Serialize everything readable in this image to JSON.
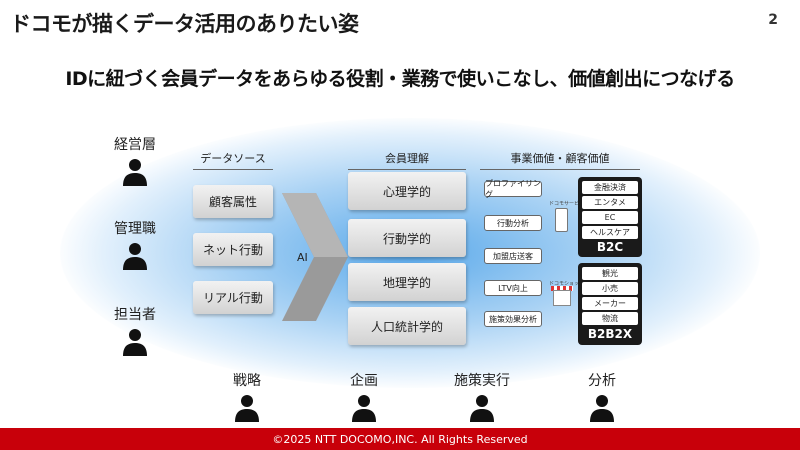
{
  "header": {
    "title": "ドコモが描くデータ活用のありたい姿",
    "page_number": "2"
  },
  "headline": "IDに紐づく会員データをあらゆる役割・業務で使いこなし、価値創出につなげる",
  "left_roles": [
    {
      "label": "経営層"
    },
    {
      "label": "管理職"
    },
    {
      "label": "担当者"
    }
  ],
  "bottom_roles": [
    {
      "label": "戦略"
    },
    {
      "label": "企画"
    },
    {
      "label": "施策実行"
    },
    {
      "label": "分析"
    }
  ],
  "data_sources": {
    "heading": "データソース",
    "items": [
      "顧客属性",
      "ネット行動",
      "リアル行動"
    ]
  },
  "arrow": {
    "label": "AI"
  },
  "member_understanding": {
    "heading": "会員理解",
    "items": [
      "心理学的",
      "行動学的",
      "地理学的",
      "人口統計学的"
    ]
  },
  "value_creation": {
    "heading": "事業価値・顧客価値",
    "actions": [
      "プロファイリング",
      "行動分析",
      "加盟店送客",
      "LTV向上",
      "施策効果分析"
    ],
    "devices": {
      "service_label": "ドコモサービス",
      "shop_label": "ドコモショップ"
    },
    "groups": [
      {
        "label": "B2C",
        "items": [
          "金融決済",
          "エンタメ",
          "EC",
          "ヘルスケア"
        ]
      },
      {
        "label": "B2B2X",
        "items": [
          "観光",
          "小売",
          "メーカー",
          "物流"
        ]
      }
    ]
  },
  "colors": {
    "accent_red": "#c8000a",
    "glow_blue": "#5aa9ea",
    "group_black": "#1a1a1a"
  },
  "icons": [
    "person-icon",
    "chevron-arrow",
    "smartphone-icon",
    "shop-icon"
  ],
  "footer": {
    "copyright": "©2025 NTT DOCOMO,INC. All Rights Reserved"
  }
}
